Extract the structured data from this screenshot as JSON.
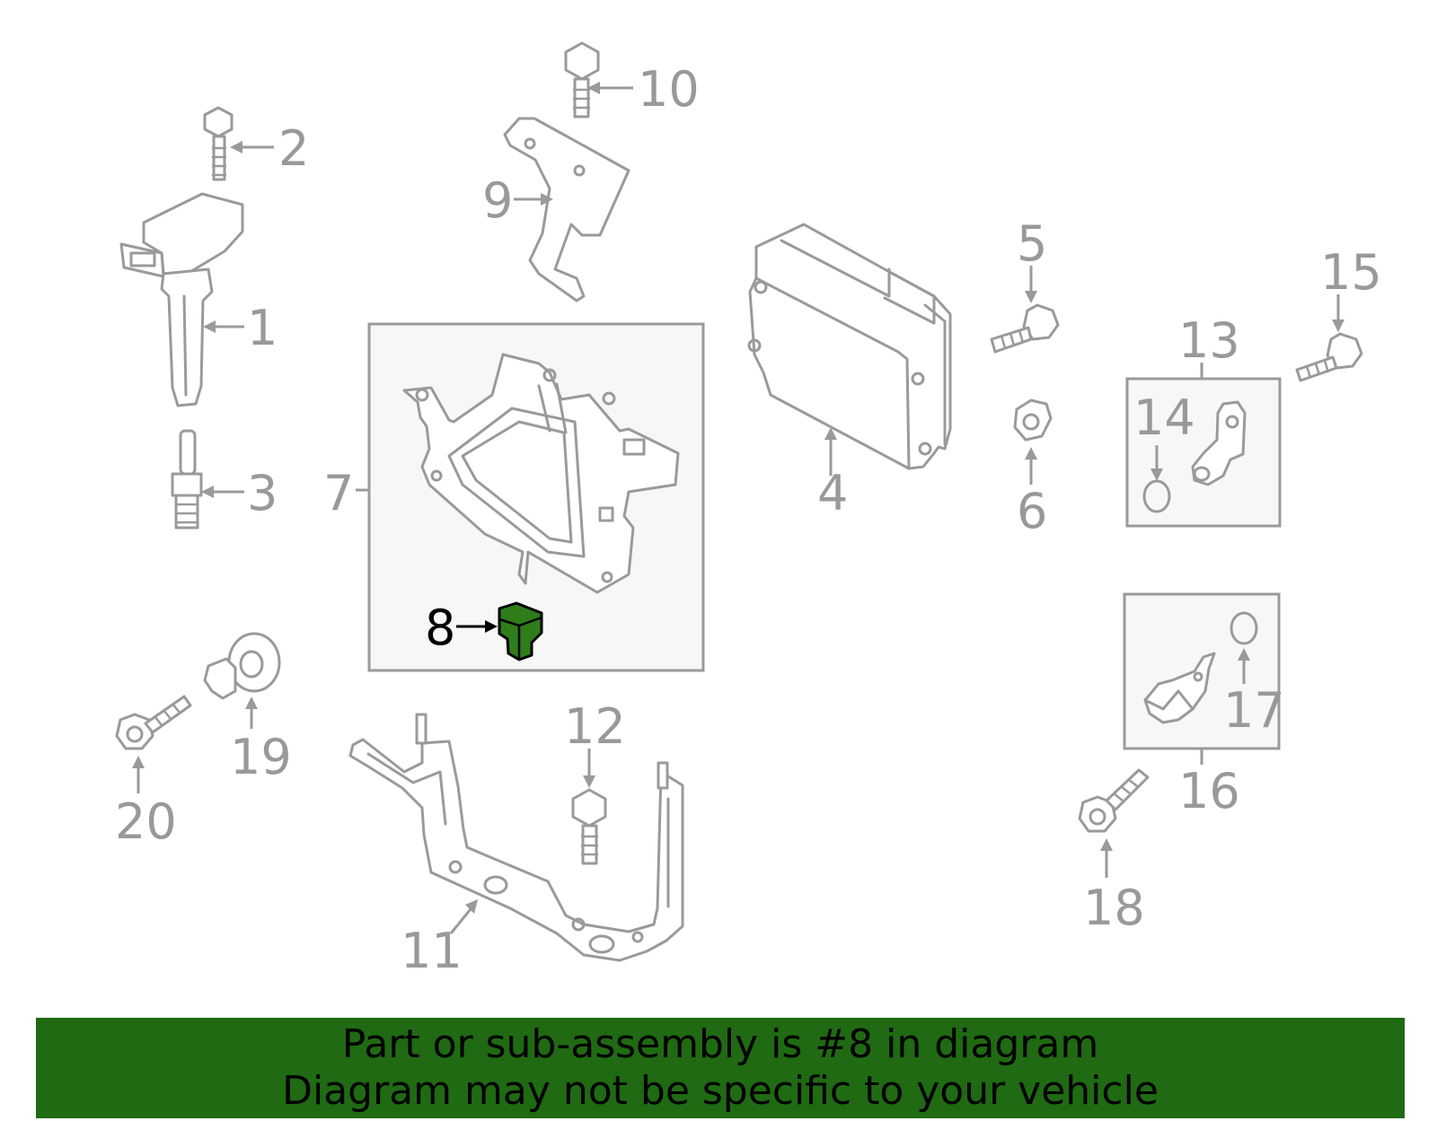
{
  "callouts": {
    "c1": "1",
    "c2": "2",
    "c3": "3",
    "c4": "4",
    "c5": "5",
    "c6": "6",
    "c7": "7",
    "c8": "8",
    "c9": "9",
    "c10": "10",
    "c11": "11",
    "c12": "12",
    "c13": "13",
    "c14": "14",
    "c15": "15",
    "c16": "16",
    "c17": "17",
    "c18": "18",
    "c19": "19",
    "c20": "20"
  },
  "highlight": {
    "part_number": "8",
    "color": "#2e7d1a"
  },
  "banner": {
    "line1": "Part or sub-assembly is #8 in diagram",
    "line2": "Diagram may not be specific to your vehicle",
    "background": "#1f6a12"
  },
  "colors": {
    "line_art": "#9a9a9a",
    "callout_text": "#999999",
    "highlight_callout": "#000000"
  }
}
